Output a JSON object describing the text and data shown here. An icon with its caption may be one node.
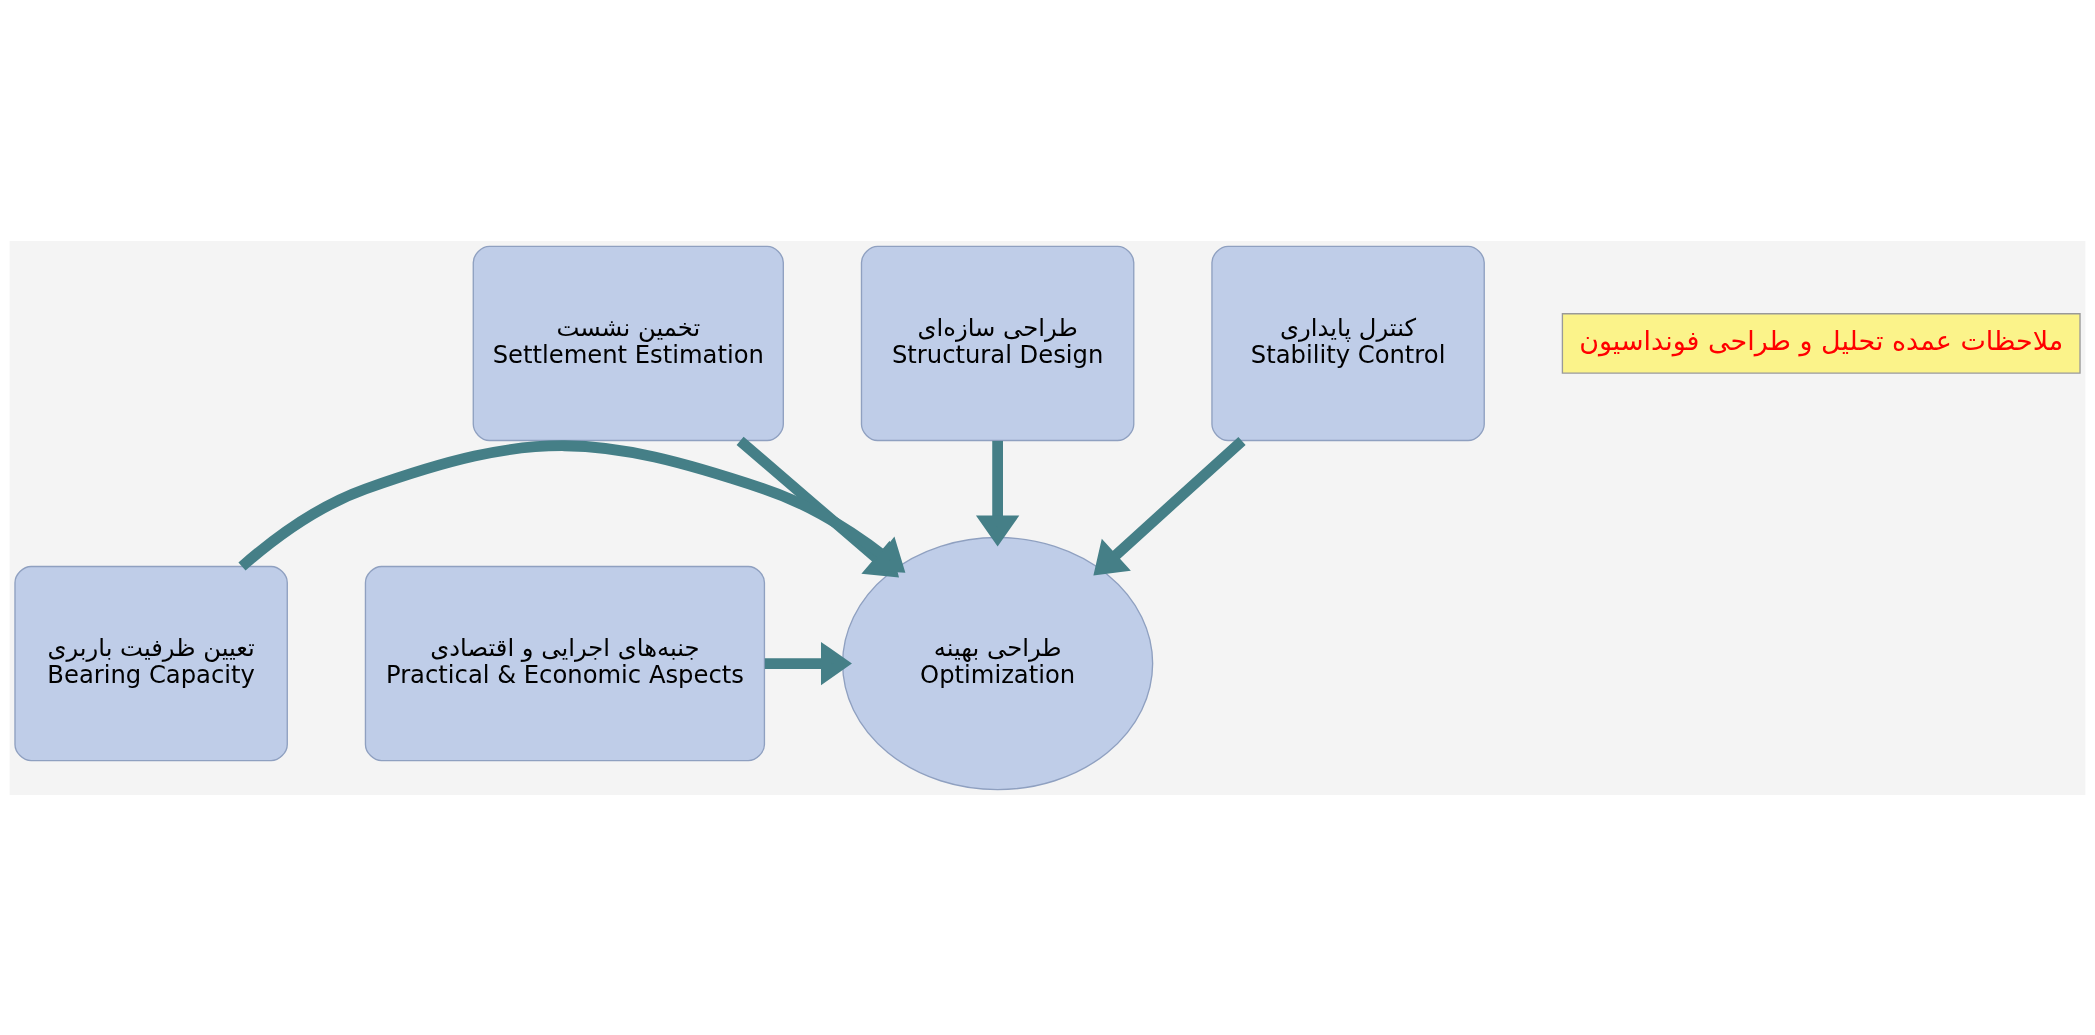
{
  "diagram": {
    "nodes": [
      {
        "text": [
          "تخمین نشست",
          "Settlement Estimation"
        ]
      },
      {
        "text": [
          "طراحی سازه‌ای",
          "Structural Design"
        ]
      },
      {
        "text": [
          "کنترل پایداری",
          "Stability Control"
        ]
      },
      {
        "text": [
          "ملاحظات عمده تحلیل و طراحی فونداسیون"
        ]
      },
      {
        "text": [
          "تعیین ظرفیت باربری",
          "Bearing Capacity"
        ]
      },
      {
        "text": [
          "طراحی بهینه",
          "Optimization"
        ]
      },
      {
        "text": [
          "جنبه‌های اجرایی و اقتصادی",
          "Practical & Economic Aspects"
        ]
      }
    ],
    "edges": [
      {
        "from": 0,
        "to": 5,
        "arrow": "to"
      },
      {
        "from": 1,
        "to": 5,
        "arrow": "to"
      },
      {
        "from": 2,
        "to": 5,
        "arrow": "to"
      },
      {
        "from": 4,
        "to": 5,
        "arrow": "to"
      },
      {
        "from": 6,
        "to": 5,
        "arrow": "to"
      }
    ]
  }
}
